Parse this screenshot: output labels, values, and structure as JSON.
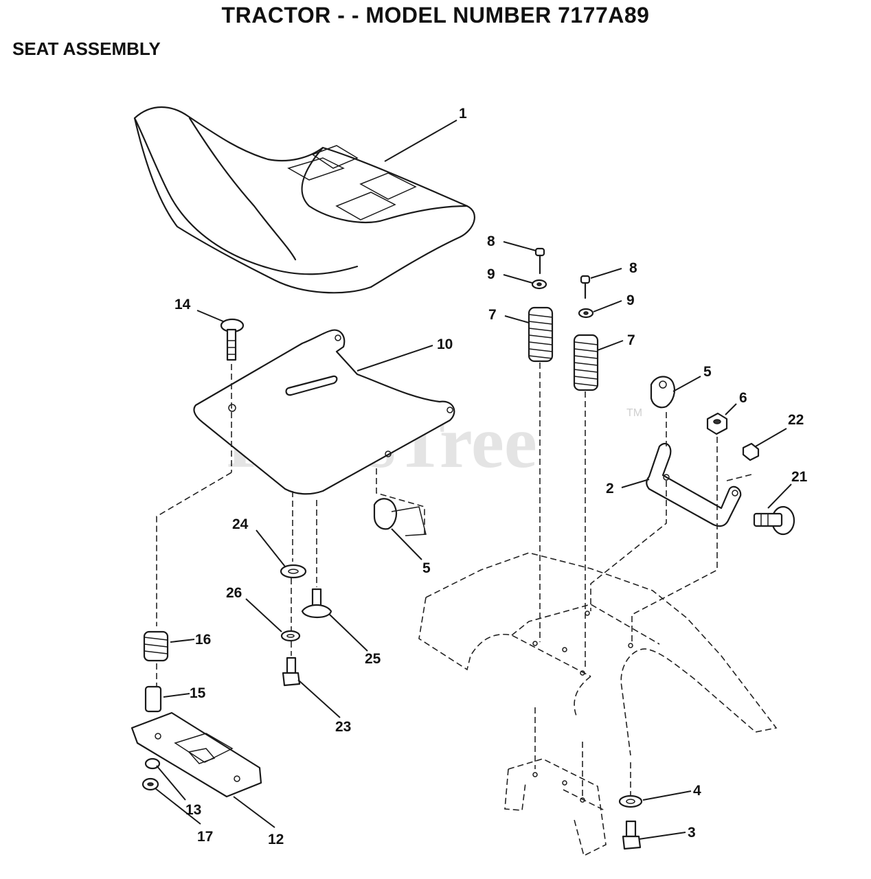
{
  "header": {
    "title": "TRACTOR - - MODEL NUMBER 7177A89",
    "subtitle": "SEAT ASSEMBLY"
  },
  "watermark": {
    "text": "PartsTree",
    "mark": "TM"
  },
  "callouts": [
    "1",
    "8",
    "9",
    "8",
    "9",
    "7",
    "7",
    "14",
    "10",
    "5",
    "6",
    "22",
    "2",
    "21",
    "24",
    "5",
    "26",
    "25",
    "16",
    "15",
    "23",
    "4",
    "13",
    "3",
    "17",
    "12"
  ],
  "colors": {
    "ink": "#1a1a1a",
    "watermark": "#cfcfcf",
    "paper": "#ffffff"
  }
}
